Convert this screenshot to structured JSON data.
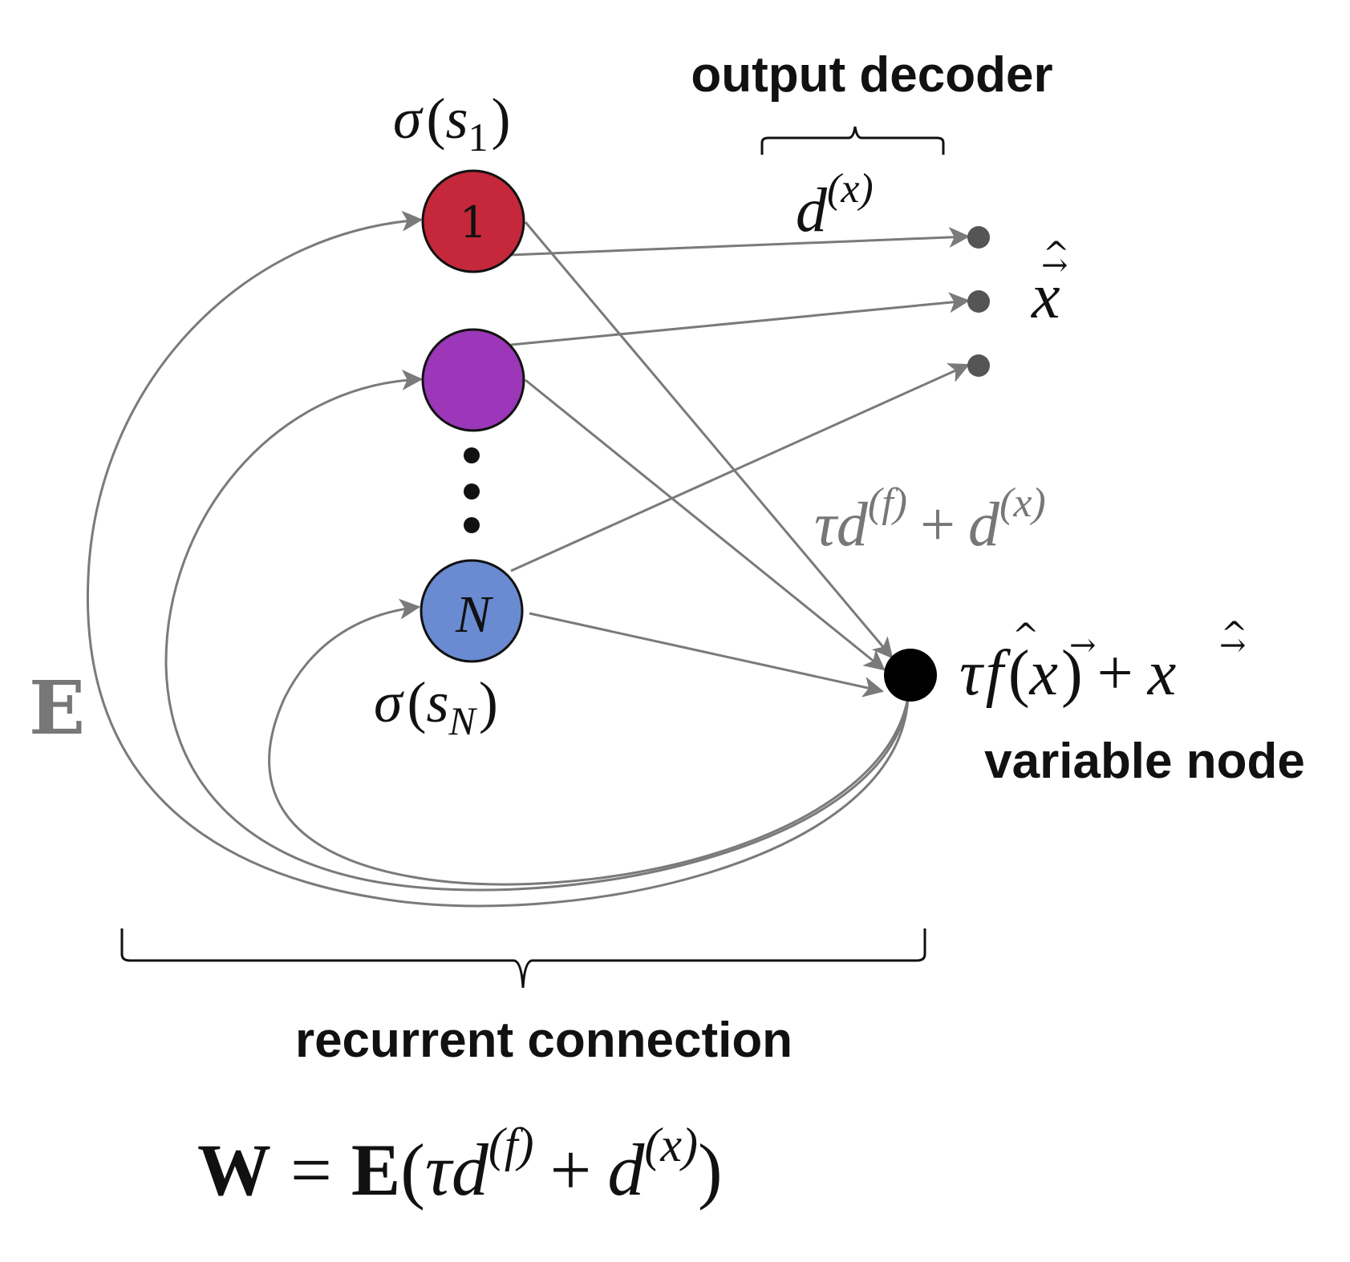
{
  "labels": {
    "output_decoder": "output decoder",
    "variable_node": "variable node",
    "recurrent_connection": "recurrent connection",
    "matrix_E": "E",
    "node_1": "1",
    "node_N": "N",
    "sigma_s1": {
      "fn": "σ",
      "open": "(",
      "var": "s",
      "sub": "1",
      "close": ")"
    },
    "sigma_sN": {
      "fn": "σ",
      "open": "(",
      "var": "s",
      "sub": "N",
      "close": ")"
    },
    "decoder_dx": {
      "base": "d",
      "sup": "(x)"
    },
    "x_hat_vec": {
      "base": "x",
      "accent_hat": "^",
      "accent_vec": "→"
    },
    "combined_decoder": {
      "tau": "τ",
      "d": "d",
      "sup_f": "(f)",
      "plus": "+",
      "sup_x": "(x)"
    },
    "variable_expr": {
      "tau": "τ",
      "f": "f",
      "hat": "^",
      "open": "(",
      "x": "x",
      "vec": "→",
      "close": ")",
      "plus": "+",
      "xhat": "x"
    },
    "weight_formula": {
      "W": "W",
      "eq": "=",
      "E": "E",
      "open": "(",
      "tau": "τ",
      "d": "d",
      "sup_f": "(f)",
      "plus": "+",
      "d2": "d",
      "sup_x": "(x)",
      "close": ")"
    }
  },
  "colors": {
    "node_1": "#c5283a",
    "node_2": "#9b37b8",
    "node_N": "#6a8ad2",
    "connection": "#7a7a7a",
    "output_dot": "#555555",
    "variable_dot": "#000000",
    "text_gray": "#777777"
  }
}
